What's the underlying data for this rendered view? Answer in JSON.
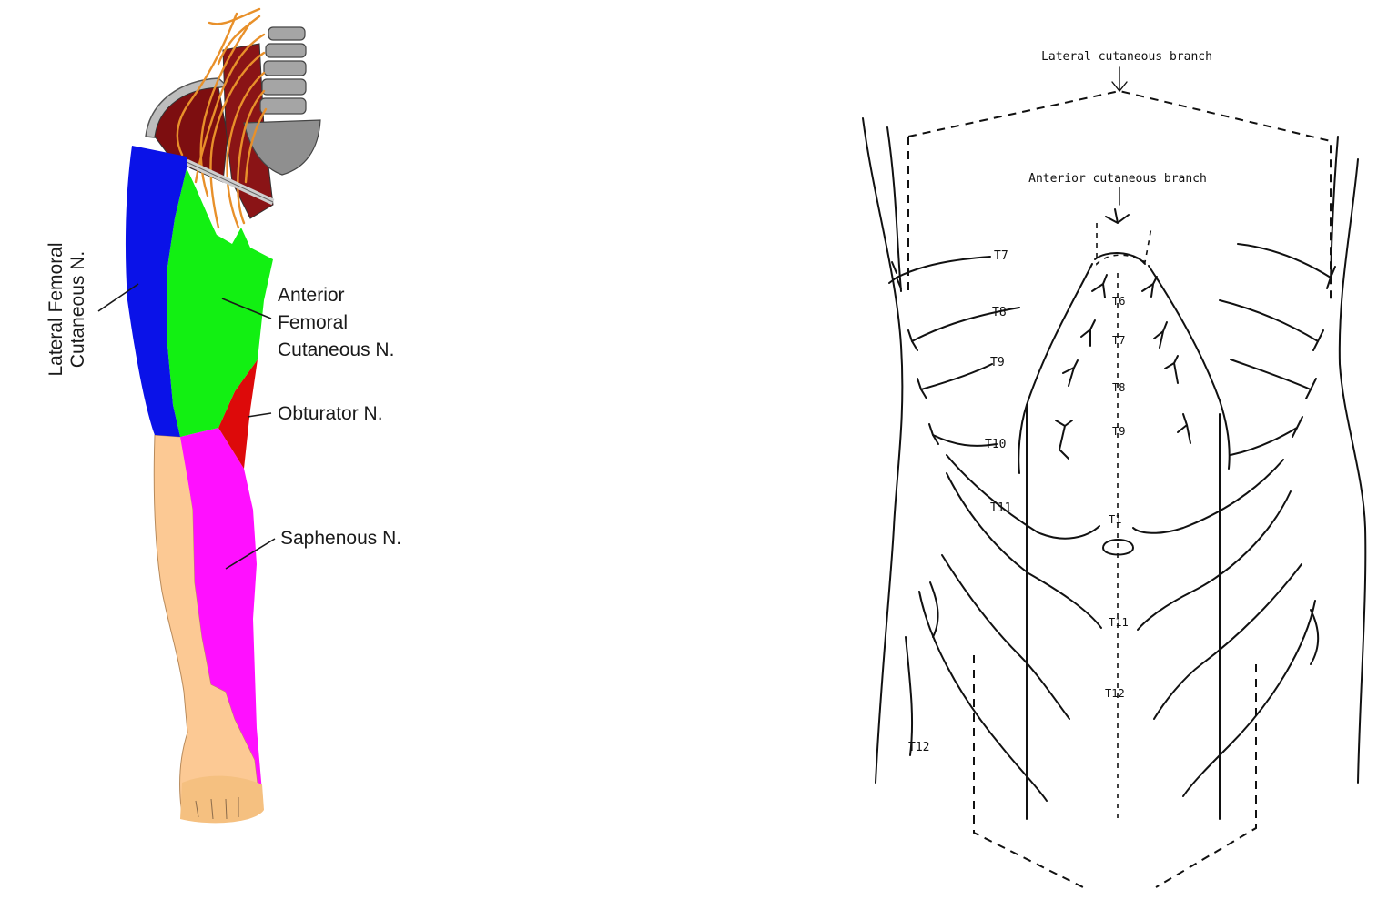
{
  "leg_diagram": {
    "labels": {
      "lateral_femoral_line1": "Lateral Femoral",
      "lateral_femoral_line2": "Cutaneous N.",
      "anterior_line1": "Anterior",
      "anterior_line2": "Femoral",
      "anterior_line3": "Cutaneous N.",
      "obturator": "Obturator N.",
      "saphenous": "Saphenous N."
    },
    "colors": {
      "lateral_femoral": "#0a12e8",
      "anterior_femoral": "#12f012",
      "obturator": "#dd0a0a",
      "saphenous": "#ff10ff",
      "skin": "#fcc994",
      "muscle": "#7d0e10",
      "nerve": "#e8902a",
      "bone": "#9b9b9b"
    }
  },
  "abdomen_diagram": {
    "labels": {
      "lateral_branch": "Lateral cutaneous branch",
      "anterior_branch": "Anterior cutaneous branch",
      "left_levels": [
        "T7",
        "T8",
        "T9",
        "T10",
        "T11"
      ],
      "bottom_left": "T12",
      "midline_levels": [
        "T6",
        "T7",
        "T8",
        "T9",
        "T1",
        "T11",
        "T12"
      ]
    }
  }
}
